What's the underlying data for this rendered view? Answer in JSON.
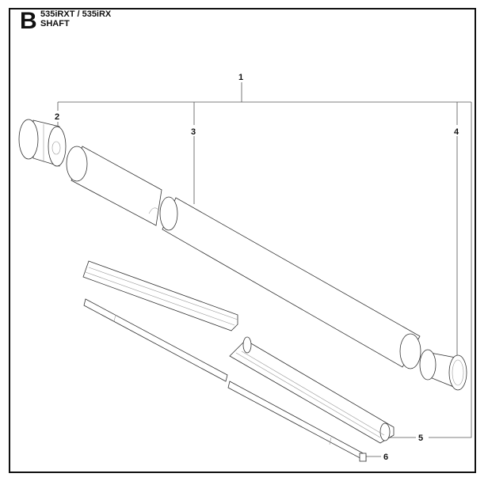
{
  "header": {
    "section_letter": "B",
    "model": "535iRXT / 535iRX",
    "title": "SHAFT"
  },
  "callouts": [
    "1",
    "2",
    "3",
    "4",
    "5",
    "6"
  ]
}
